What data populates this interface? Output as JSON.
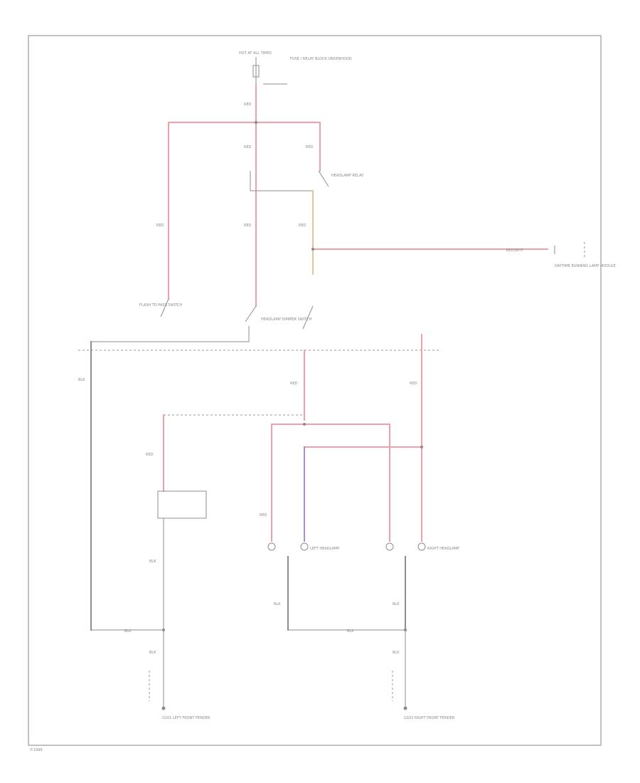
{
  "colors": {
    "red": "#f2a0a8",
    "gray": "#8e8e8e",
    "yellow": "#d9c89a",
    "purple": "#b389d8",
    "border": "#9a9a9a"
  },
  "labels": {
    "hot_at_all_times": "HOT AT ALL TIMES",
    "fuse_block": "FUSE / RELAY BLOCK UNDERHOOD",
    "headlamp_relay": "HEADLAMP RELAY",
    "flash_to_pass": "FLASH TO PASS SWITCH",
    "daytime_running_lamp_module": "DAYTIME RUNNING LAMP MODULE",
    "headlamp_dimmer_switch": "HEADLAMP DIMMER SWITCH",
    "left_headlamp": "LEFT HEADLAMP",
    "right_headlamp": "RIGHT HEADLAMP",
    "left_ground": "G101 LEFT FRONT FENDER",
    "right_ground": "G102 RIGHT FRONT FENDER",
    "copyright": "©1999"
  },
  "wire_labels": [
    "RED",
    "RED",
    "RED",
    "RED",
    "RED",
    "RED",
    "RED/WHT",
    "RED",
    "RED",
    "RED",
    "RED",
    "BLK",
    "BLK",
    "BLK",
    "BLK",
    "BLK",
    "BLK",
    "BLK",
    "BLK"
  ]
}
